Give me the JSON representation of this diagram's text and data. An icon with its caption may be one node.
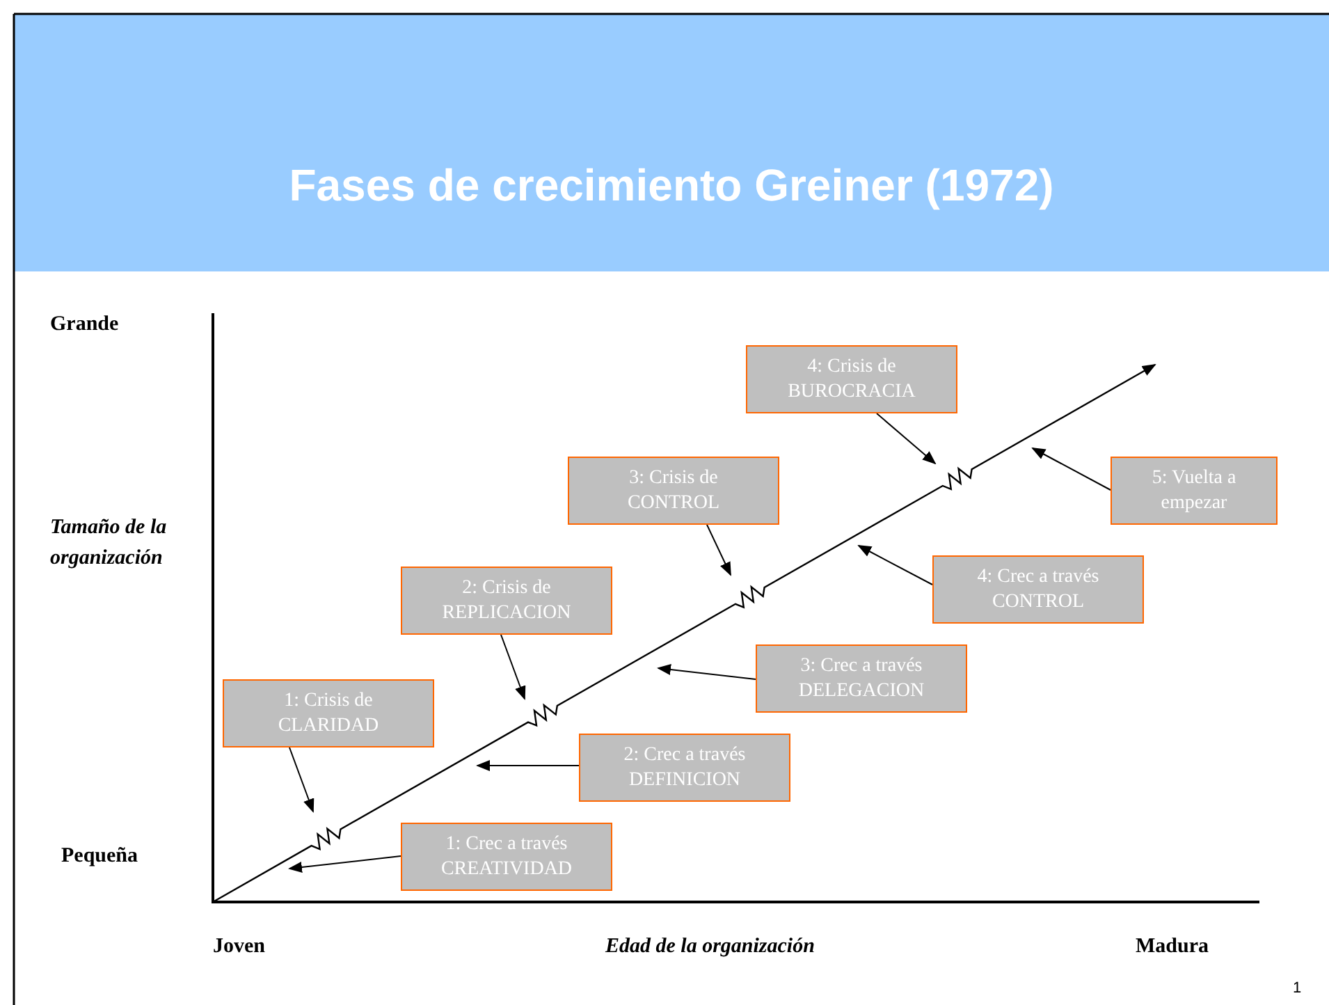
{
  "diagram": {
    "title": "Fases de crecimiento Greiner (1972)",
    "nodes": [
      {
        "text": [
          "1: Crisis de CLARIDAD"
        ]
      },
      {
        "text": [
          "2: Crisis de REPLICACION"
        ]
      },
      {
        "text": [
          "3: Crisis de CONTROL"
        ]
      },
      {
        "text": [
          "4: Crisis de BUROCRACIA"
        ]
      },
      {
        "text": [
          "5: Vuelta a empezar"
        ]
      },
      {
        "text": [
          "4: Crec a través CONTROL"
        ]
      },
      {
        "text": [
          "3: Crec a través DELEGACION"
        ]
      },
      {
        "text": [
          "2: Crec a través DEFINICION"
        ]
      },
      {
        "text": [
          "1: Crec a través CREATIVIDAD"
        ]
      }
    ],
    "edges": [
      {
        "from": 0,
        "to": null,
        "arrow": "to"
      },
      {
        "from": 1,
        "to": null,
        "arrow": "to"
      },
      {
        "from": 2,
        "to": null,
        "arrow": "to"
      },
      {
        "from": 3,
        "to": null,
        "arrow": "to"
      },
      {
        "from": 4,
        "to": null,
        "arrow": "to"
      },
      {
        "from": 5,
        "to": null,
        "arrow": "to"
      },
      {
        "from": 6,
        "to": null,
        "arrow": "to"
      },
      {
        "from": 7,
        "to": null,
        "arrow": "to"
      },
      {
        "from": 8,
        "to": null,
        "arrow": "to"
      }
    ],
    "labels": [
      "Grande",
      "Tamaño de la organización",
      "Pequeña",
      "Joven",
      "Edad de la organización",
      "Madura",
      "1"
    ]
  }
}
